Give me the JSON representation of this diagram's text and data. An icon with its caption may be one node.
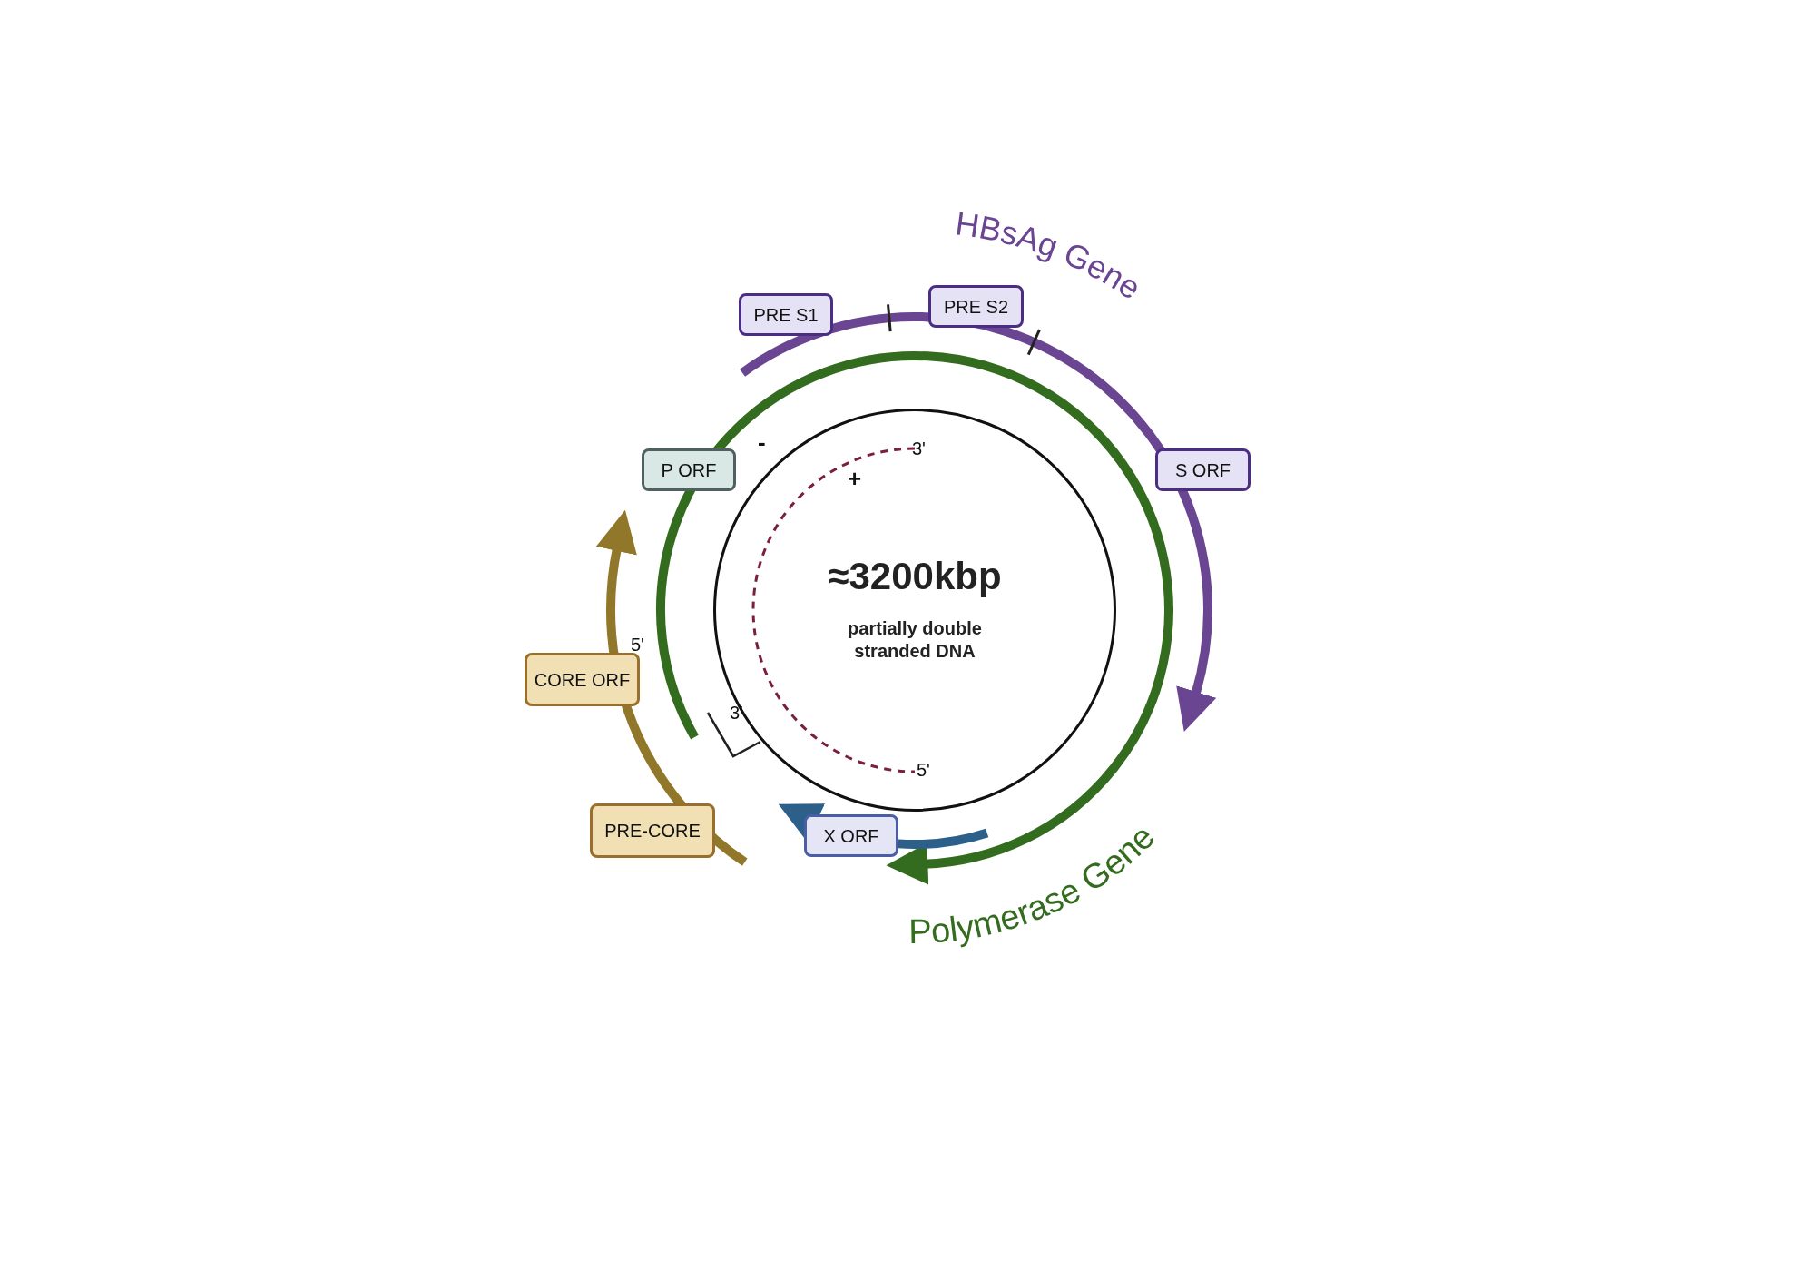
{
  "diagram": {
    "nodes": [
      {
        "text": [
          "≈3200kbp",
          "partially double stranded DNA"
        ]
      },
      {
        "text": [
          "PRE S1"
        ]
      },
      {
        "text": [
          "PRE S2"
        ]
      },
      {
        "text": [
          "P ORF"
        ]
      },
      {
        "text": [
          "S ORF"
        ]
      },
      {
        "text": [
          "CORE ORF"
        ]
      },
      {
        "text": [
          "PRE-CORE"
        ]
      },
      {
        "text": [
          "X ORF"
        ]
      }
    ],
    "labels": [
      "HBsAg Gene",
      "-",
      "3'",
      "+",
      "5'",
      "3'",
      "5'",
      "Polymerase Gene"
    ]
  }
}
